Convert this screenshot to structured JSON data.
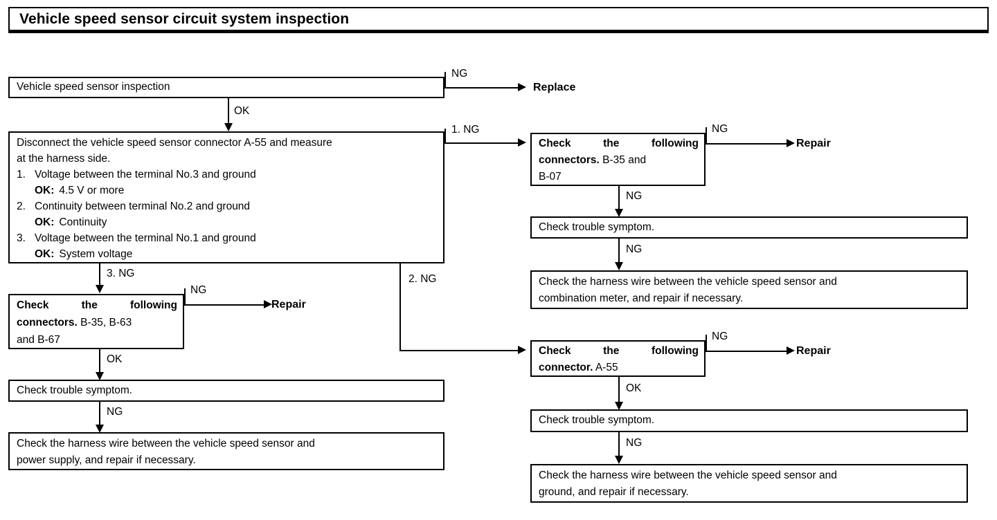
{
  "title": "Vehicle speed sensor circuit system inspection",
  "boxes": {
    "sensor_inspection": "Vehicle speed sensor inspection",
    "measure": {
      "line1": "Disconnect the vehicle speed sensor connector A-55 and measure",
      "line2": "at the harness side.",
      "items": [
        {
          "num": "1.",
          "text": "Voltage between the terminal No.3 and ground",
          "ok_label": "OK:",
          "ok_value": "4.5 V or more"
        },
        {
          "num": "2.",
          "text": "Continuity between terminal No.2 and ground",
          "ok_label": "OK:",
          "ok_value": "Continuity"
        },
        {
          "num": "3.",
          "text": "Voltage between the terminal No.1 and ground",
          "ok_label": "OK:",
          "ok_value": "System voltage"
        }
      ]
    },
    "connectors_b35_b63_b67": {
      "lead_line1": "Check the following",
      "lead_line2": "connectors.",
      "value_line2": " B-35, B-63",
      "line3": "and B-67"
    },
    "connectors_b35_b07": {
      "lead_line1": "Check the following",
      "lead_line2": "connectors.",
      "value_line2": " B-35 and",
      "line3": "B-07"
    },
    "connector_a55": {
      "lead_line1": "Check the following",
      "lead_line2": "connector.",
      "value_line2": " A-55"
    },
    "trouble_symptom_left": "Check trouble symptom.",
    "trouble_symptom_right_top": "Check trouble symptom.",
    "trouble_symptom_right_bottom": "Check trouble symptom.",
    "harness_power_supply": {
      "line1": "Check the harness wire between the vehicle speed sensor and",
      "line2": "power supply, and repair if necessary."
    },
    "harness_combination_meter": {
      "line1": "Check the harness wire between the vehicle speed sensor and",
      "line2": "combination meter, and repair if necessary."
    },
    "harness_ground": {
      "line1": "Check the harness wire between the vehicle speed sensor and",
      "line2": "ground, and repair if necessary."
    }
  },
  "terminals": {
    "replace": "Replace",
    "repair_left": "Repair",
    "repair_right_top": "Repair",
    "repair_right_bottom": "Repair"
  },
  "edges": {
    "sensor_ng": "NG",
    "sensor_ok": "OK",
    "measure_1_ng": "1.  NG",
    "measure_2_ng": "2.  NG",
    "measure_3_ng": "3.  NG",
    "left_conn_ng": "NG",
    "left_conn_ok": "OK",
    "left_symptom_ng": "NG",
    "right_conn_ng": "NG",
    "right_conn_down_ng": "NG",
    "right_symptom_ng": "NG",
    "a55_ng": "NG",
    "a55_ok": "OK",
    "right_bottom_symptom_ng": "NG"
  },
  "colors": {
    "ink": "#000000",
    "paper": "#ffffff"
  }
}
